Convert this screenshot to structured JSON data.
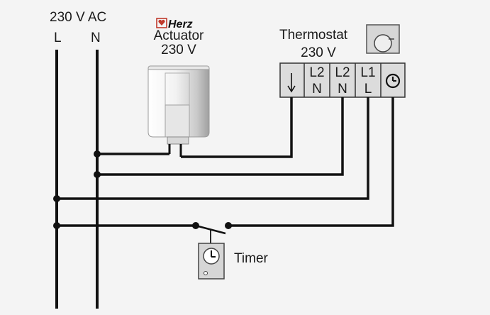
{
  "supply": {
    "voltage": "230 V AC",
    "line": "L",
    "neutral": "N"
  },
  "actuator": {
    "brand": "Herz",
    "title": "Actuator",
    "voltage": "230 V"
  },
  "thermostat": {
    "title": "Thermostat",
    "voltage": "230 V",
    "terminals": [
      {
        "top": "",
        "bottom": "",
        "icon": "down-arrow-icon"
      },
      {
        "top": "L2",
        "bottom": "N"
      },
      {
        "top": "L2",
        "bottom": "N"
      },
      {
        "top": "L1",
        "bottom": "L"
      },
      {
        "top": "",
        "bottom": "",
        "icon": "clock-icon"
      }
    ]
  },
  "timer": {
    "label": "Timer"
  },
  "colors": {
    "wire": "#111111",
    "device_fill": "#d9d9d9",
    "background": "#f4f4f4"
  }
}
